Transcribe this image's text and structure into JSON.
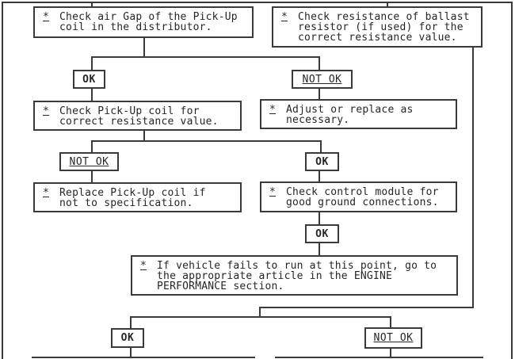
{
  "diagram": {
    "type": "flowchart",
    "background_color": "#ffffff",
    "line_color": "#3a3a3a",
    "text_color": "#262626",
    "footnote_marker": "*",
    "boxes": {
      "check_air_gap": {
        "marker": "*",
        "text": "Check air Gap of the Pick-Up\ncoil in the distributor."
      },
      "check_ballast": {
        "marker": "*",
        "text": "Check resistance of ballast\nresistor (if used) for the\ncorrect resistance value."
      },
      "check_pickup_resistance": {
        "marker": "*",
        "text": "Check Pick-Up coil for\ncorrect resistance value."
      },
      "adjust_replace": {
        "marker": "*",
        "text": "Adjust or replace as\nnecessary."
      },
      "replace_pickup": {
        "marker": "*",
        "text": "Replace Pick-Up coil if\nnot to specification."
      },
      "check_control_module": {
        "marker": "*",
        "text": "Check control module for\ngood ground connections."
      },
      "engine_performance_note": {
        "marker": "*",
        "text": "If vehicle fails to run at this point, go to\nthe appropriate article in the ENGINE\nPERFORMANCE section."
      }
    },
    "labels": {
      "ok": "OK",
      "not_ok": "NOT OK"
    }
  }
}
